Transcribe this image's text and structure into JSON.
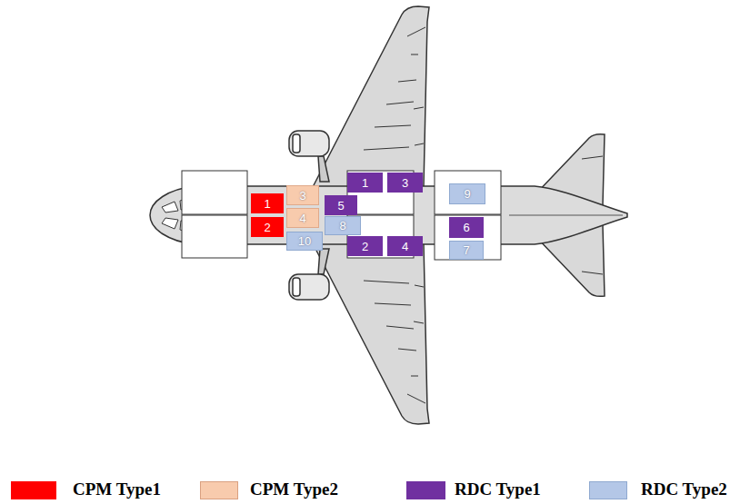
{
  "diagram": {
    "nodes": [
      {
        "text": [
          "1"
        ]
      },
      {
        "text": [
          "2"
        ]
      },
      {
        "text": [
          "3"
        ]
      },
      {
        "text": [
          "4"
        ]
      },
      {
        "text": [
          "1"
        ]
      },
      {
        "text": [
          "3"
        ]
      },
      {
        "text": [
          "5"
        ]
      },
      {
        "text": [
          "8"
        ]
      },
      {
        "text": [
          "10"
        ]
      },
      {
        "text": [
          "9"
        ]
      },
      {
        "text": [
          "6"
        ]
      },
      {
        "text": [
          "7"
        ]
      },
      {
        "text": [
          "2"
        ]
      },
      {
        "text": [
          "4"
        ]
      }
    ],
    "legend": [
      {
        "text": "CPM Type1",
        "color": "#ff0000"
      },
      {
        "text": "CPM Type2",
        "color": "#f8cbad"
      },
      {
        "text": "RDC Type1",
        "color": "#7030a0"
      },
      {
        "text": "RDC Type2",
        "color": "#b4c7e7"
      }
    ]
  }
}
